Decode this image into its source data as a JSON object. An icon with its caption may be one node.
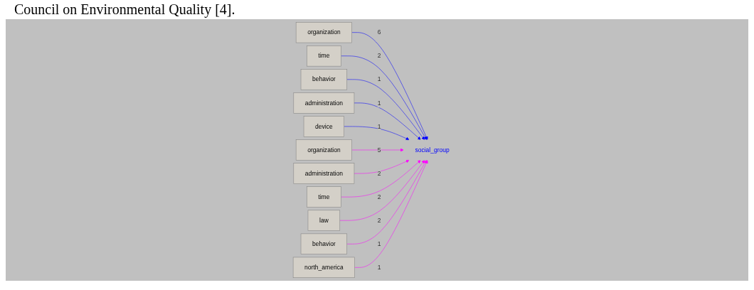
{
  "diagram": {
    "nodes": [
      {
        "text": [
          "organization"
        ]
      },
      {
        "text": [
          "time"
        ]
      },
      {
        "text": [
          "behavior"
        ]
      },
      {
        "text": [
          "administration"
        ]
      },
      {
        "text": [
          "device"
        ]
      },
      {
        "text": [
          "social_group"
        ]
      },
      {
        "text": [
          "organization"
        ]
      },
      {
        "text": [
          "administration"
        ]
      },
      {
        "text": [
          "time"
        ]
      },
      {
        "text": [
          "law"
        ]
      },
      {
        "text": [
          "behavior"
        ]
      },
      {
        "text": [
          "north_america"
        ]
      }
    ],
    "edges": [
      {
        "from": 0,
        "to": 5,
        "arrow": "to",
        "label": "6",
        "color": "#0000ff"
      },
      {
        "from": 1,
        "to": 5,
        "arrow": "to",
        "label": "2",
        "color": "#0000ff"
      },
      {
        "from": 2,
        "to": 5,
        "arrow": "to",
        "label": "1",
        "color": "#0000ff"
      },
      {
        "from": 3,
        "to": 5,
        "arrow": "to",
        "label": "1",
        "color": "#0000ff"
      },
      {
        "from": 4,
        "to": 5,
        "arrow": "to",
        "label": "1",
        "color": "#0000ff"
      },
      {
        "from": 6,
        "to": 5,
        "arrow": "to",
        "label": "5",
        "color": "#ff00ff"
      },
      {
        "from": 7,
        "to": 5,
        "arrow": "to",
        "label": "2",
        "color": "#ff00ff"
      },
      {
        "from": 8,
        "to": 5,
        "arrow": "to",
        "label": "2",
        "color": "#ff00ff"
      },
      {
        "from": 9,
        "to": 5,
        "arrow": "to",
        "label": "2",
        "color": "#ff00ff"
      },
      {
        "from": 10,
        "to": 5,
        "arrow": "to",
        "label": "1",
        "color": "#ff00ff"
      },
      {
        "from": 11,
        "to": 5,
        "arrow": "to",
        "label": "1",
        "color": "#ff00ff"
      }
    ],
    "labels": [
      "Council on Environmental Quality [4]."
    ]
  }
}
